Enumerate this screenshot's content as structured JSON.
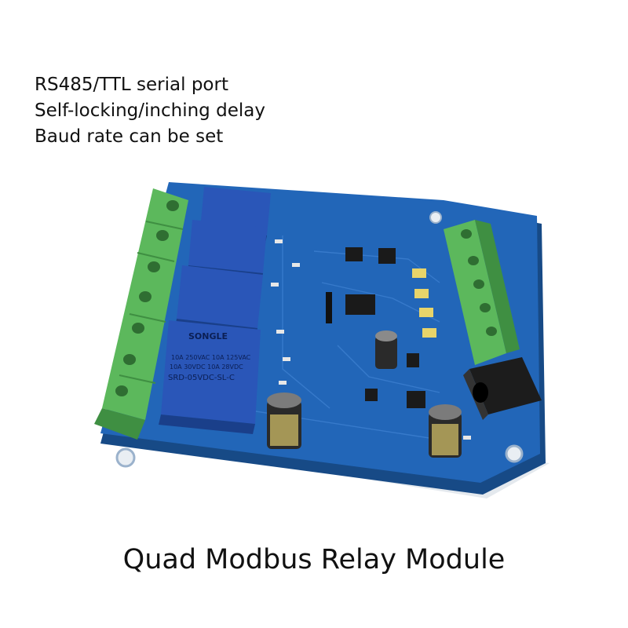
{
  "features": [
    "RS485/TTL serial port",
    "Self-locking/inching delay",
    "Baud rate can be set"
  ],
  "caption": "Quad Modbus Relay Module",
  "relay": {
    "brand": "SONGLE",
    "rating_1": "10A 250VAC 10A 125VAC",
    "rating_2": "10A 30VDC 10A 28VDC",
    "model": "SRD-05VDC-SL-C"
  },
  "colors": {
    "pcb": "#1f5fa8",
    "pcb_edge": "#174a86",
    "relay": "#2a56b8",
    "terminal": "#5cb85c",
    "capacitor": "#d9c46a"
  }
}
